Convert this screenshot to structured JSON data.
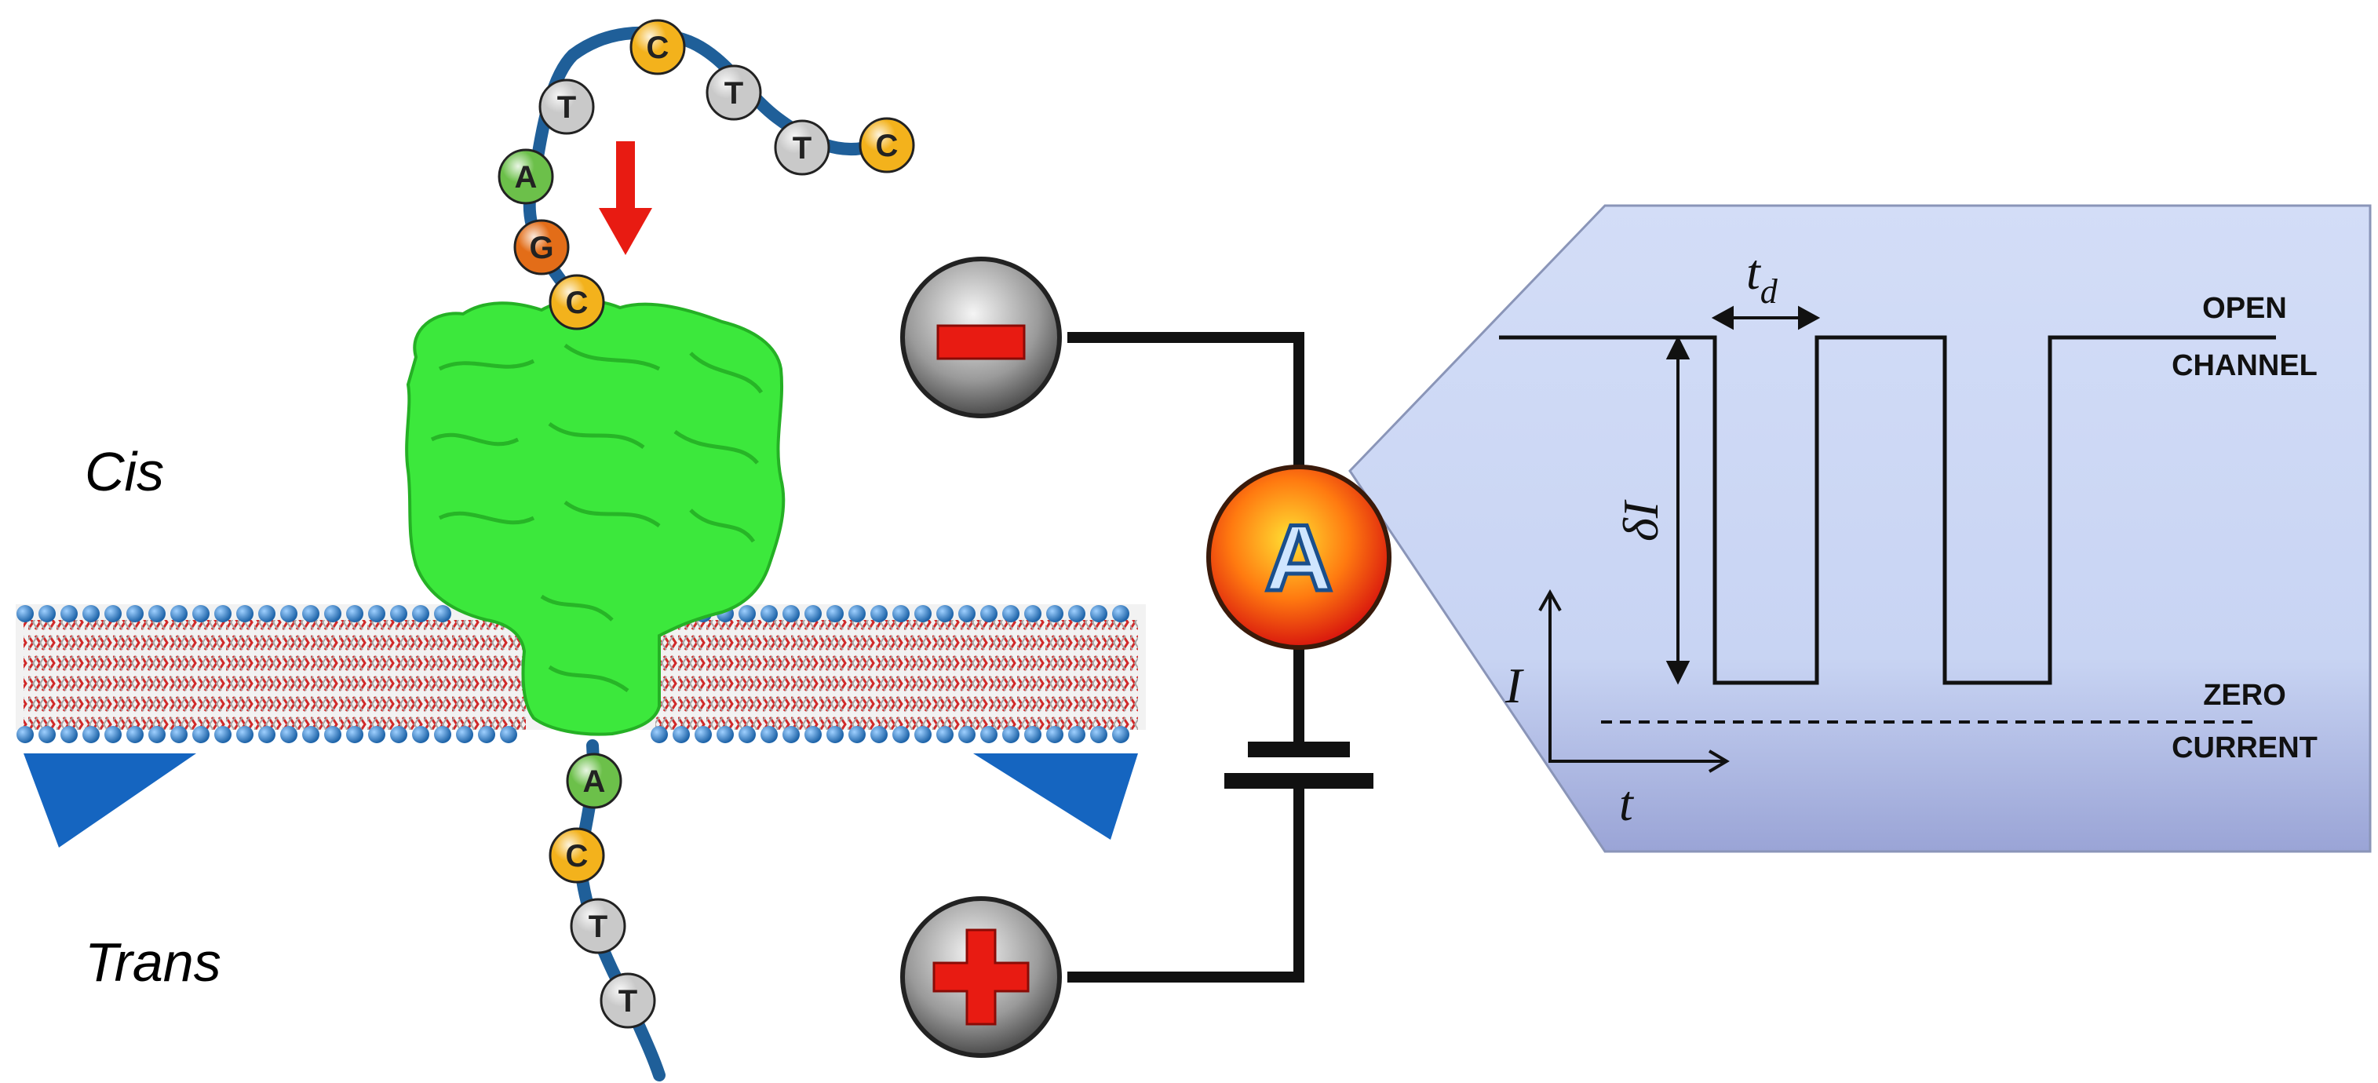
{
  "labels": {
    "cis": "Cis",
    "trans": "Trans"
  },
  "ammeter": {
    "symbol": "A"
  },
  "electrodes": {
    "negative": "minus-icon",
    "positive": "plus-icon"
  },
  "top_strand": [
    {
      "letter": "T",
      "color": "#c9c9c9"
    },
    {
      "letter": "C",
      "color": "#f3b21c"
    },
    {
      "letter": "T",
      "color": "#c9c9c9"
    },
    {
      "letter": "T",
      "color": "#c9c9c9"
    },
    {
      "letter": "C",
      "color": "#f3b21c"
    },
    {
      "letter": "A",
      "color": "#6cc04a"
    },
    {
      "letter": "G",
      "color": "#e36d18"
    },
    {
      "letter": "C",
      "color": "#f3b21c"
    }
  ],
  "bottom_strand": [
    {
      "letter": "A",
      "color": "#6cc04a"
    },
    {
      "letter": "C",
      "color": "#f3b21c"
    },
    {
      "letter": "T",
      "color": "#c9c9c9"
    },
    {
      "letter": "T",
      "color": "#c9c9c9"
    }
  ],
  "trace_panel": {
    "open_label_1": "OPEN",
    "open_label_2": "CHANNEL",
    "zero_label_1": "ZERO",
    "zero_label_2": "CURRENT",
    "dwell_label": "t",
    "dwell_subscript": "d",
    "amplitude_label": "δI",
    "y_axis_label": "I",
    "x_axis_label": "t"
  },
  "colors": {
    "pore": "#33e633",
    "membrane_tails": "#d02a2a",
    "lipid_head": "#2f7fc9",
    "strand": "#1f5f99",
    "panel": "#cdd9f5",
    "arrow": "#e81b12"
  }
}
